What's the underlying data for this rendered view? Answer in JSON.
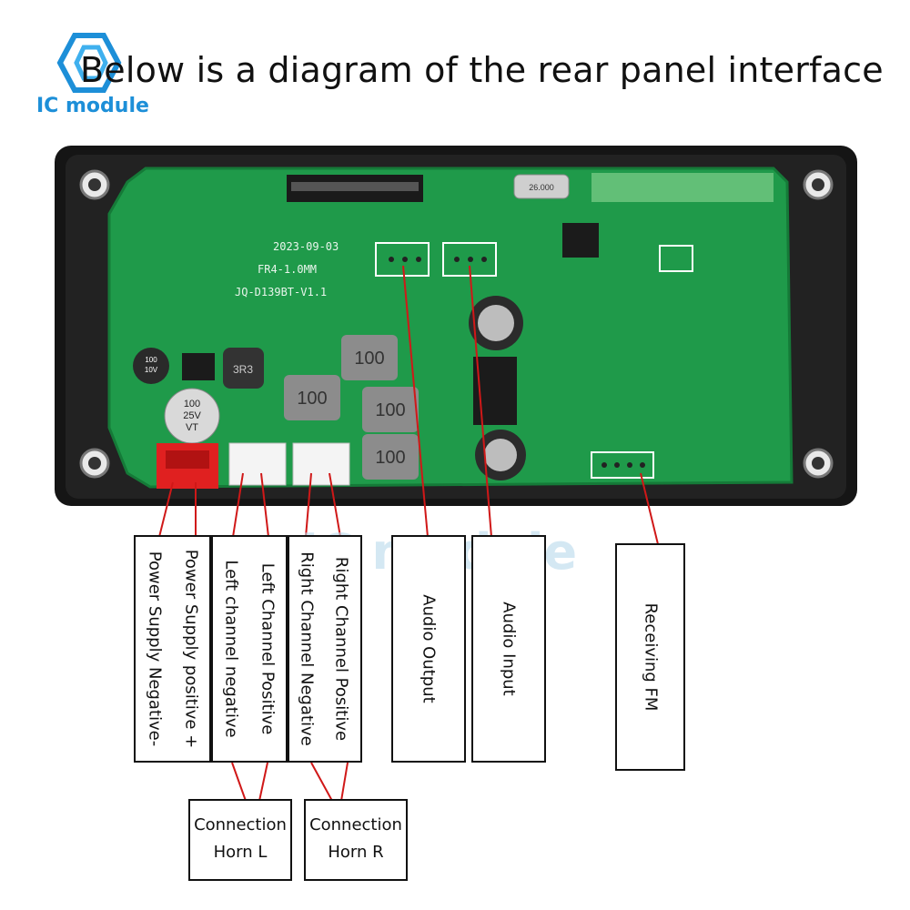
{
  "title": "Below is a diagram of the rear panel interface",
  "logo": {
    "text": "IC module",
    "color": "#1d8fd8"
  },
  "watermark": "IC module",
  "board": {
    "pcb_color": "#1f9a4a",
    "case_color": "#151515",
    "silk": [
      "JQ-D139BT-V1.1",
      "FR4-1.0MM",
      "2023-09-03"
    ],
    "inductor_label": "100",
    "crystal_label": "26.000",
    "cap_small": [
      "100",
      "10V"
    ],
    "cap_large": [
      "100",
      "25V",
      "VT"
    ],
    "inductor_small": "3R3"
  },
  "labels": {
    "power_positive": "Power Supply positive +",
    "power_negative": "Power Supply Negative-",
    "left_positive": "Left Channel Positive",
    "left_negative": "Left channel negative",
    "right_positive": "Right Channel Positive",
    "right_negative": "Right Channel Negative",
    "audio_output": "Audio Output",
    "audio_input": "Audio Input",
    "receiving_fm": "Receiving FM"
  },
  "connections": {
    "horn_l": {
      "line1": "Connection",
      "line2": "Horn L"
    },
    "horn_r": {
      "line1": "Connection",
      "line2": "Horn R"
    }
  },
  "colors": {
    "leader_line": "#d01818",
    "power_connector": "#e02020"
  }
}
